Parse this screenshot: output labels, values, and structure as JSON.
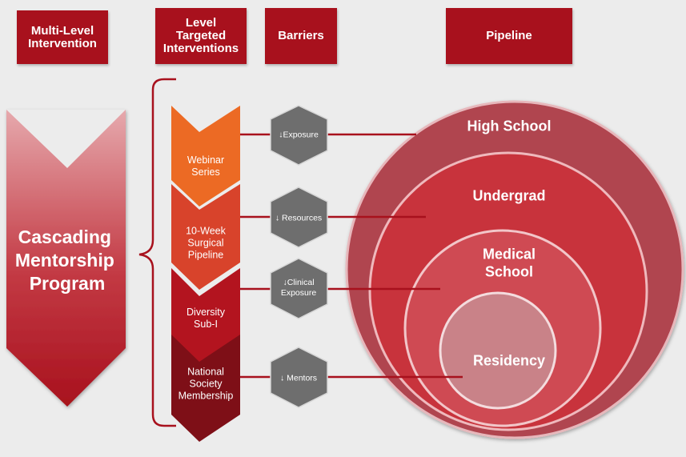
{
  "headers": {
    "multi_level": "Multi-Level\nIntervention",
    "level_targeted": "Level\nTargeted\nInterventions",
    "barriers": "Barriers",
    "pipeline": "Pipeline"
  },
  "program": {
    "title": "Cascading\nMentorship\nProgram"
  },
  "interventions": [
    {
      "label": "Webinar\nSeries",
      "color": "#ec6a24"
    },
    {
      "label": "10-Week\nSurgical\nPipeline",
      "color": "#d8432b"
    },
    {
      "label": "Diversity\nSub-I",
      "color": "#b3141f"
    },
    {
      "label": "National\nSociety\nMembership",
      "color": "#7e0f17"
    }
  ],
  "barriers": [
    {
      "label": "↓Exposure"
    },
    {
      "label": "↓ Resources"
    },
    {
      "label": "↓Clinical\nExposure"
    },
    {
      "label": "↓ Mentors"
    }
  ],
  "pipeline": [
    {
      "label": "High School",
      "color": "#b04450"
    },
    {
      "label": "Undergrad",
      "color": "#c8333c"
    },
    {
      "label": "Medical\nSchool",
      "color": "#cf4a53"
    },
    {
      "label": "Residency",
      "color": "#c98288"
    }
  ],
  "colors": {
    "header": "#a8111d",
    "hexagon": "#6e6e6e",
    "connector": "#a8111d",
    "brace": "#a8111d"
  }
}
